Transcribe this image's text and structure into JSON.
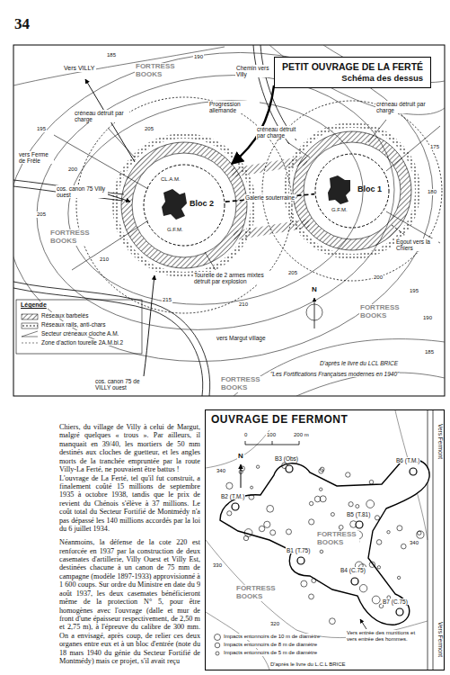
{
  "diagram": {
    "nodes": [
      {
        "text": [
          "PETIT OUVRAGE DE LA FERTÉ",
          "Schéma des dessus"
        ]
      },
      {
        "text": [
          "Bloc 2"
        ]
      },
      {
        "text": [
          "Bloc 1"
        ]
      },
      {
        "text": [
          "OUVRAGE DE FERMONT"
        ]
      }
    ],
    "edges": [
      {
        "from": 1,
        "to": 2,
        "label": "Galerie souterraine",
        "arrow": "none"
      }
    ],
    "labels": [
      "34",
      "Vers VILLY",
      "Chemin vers Villy",
      "Progression allemande",
      "créneau détruit par charge",
      "créneau détruit par charge",
      "créneau détruit par charge",
      "vers Ferme de Frêle",
      "cos. canon 75 Villy ouest",
      "CL.A.M.",
      "G.F.M.",
      "G.F.M.",
      "Tourelle de 2 armes mixtes détruit par explosion",
      "Égout vers la Chiers",
      "cos. canon 75 de VILLY ouest",
      "vers Margut village",
      "D'après le livre du LCL BRICE",
      "\"Les Fortifications Françaises modernes en 1940\"",
      "Légende",
      "N",
      "185",
      "195",
      "200",
      "205",
      "210",
      "215",
      "210",
      "205",
      "200",
      "195",
      "190",
      "185",
      "175",
      "180",
      "190",
      "205",
      "B3 (Obs)",
      "B6 (T.M.)",
      "B2 (T.M.)",
      "B5 (T.81)",
      "B1 (T.75)",
      "B4 (C.75)",
      "B7 (C.75)",
      "0",
      "100",
      "200 m",
      "N",
      "340",
      "330",
      "320",
      "340",
      "Vers Fermont",
      "Vers Fermont",
      "Vers entrée des munitions et vers entrée des hommes.",
      "D'après le livre du L.C.L BRICE",
      "Chiers, du village de Villy à celui de Margut, malgré quelques « trous ». Par ailleurs, il manquait en 39/40, les mortiers de 50 mm destinés aux cloches de guetteur, et les angles morts de la tranchée empruntée par la route Villy-La Ferté, ne pouvaient être battus !",
      "L'ouvrage de La Ferté, tel qu'il fut construit, a finalement coûté 15 millions de septembre 1935 à octobre 1938, tandis que le prix de revient du Chénois s'élève à 37 millions. Le coût total du Secteur Fortifié de Montmédy n'a pas dépassé les 140 millions accordés par la loi du 6 juillet 1934.",
      "Néanmoins, la défense de la cote 220 est renforcée en 1937 par la construction de deux casemates d'artillerie, Villy Ouest et Villy Est, destinées chacune à un canon de 75 mm de campagne (modèle 1897-1933) approvisionné à 1 600 coups. Sur ordre du Ministre en date du 9 août 1937, les deux casemates bénéficieront même de la protection N° 5, pour être homogènes avec l'ouvrage (dalle et mur de front d'une épaisseur respectivement, de 2,50 m et 2,75 m), à l'épreuve du calibre de 300 mm. On a envisagé, après coup, de relier ces deux organes entre eux et à un bloc d'entrée (note du 18 mars 1940 du génie du Secteur Fortifié de Montmédy) mais ce projet, s'il avait reçu",
      "FORTRESS BOOKS",
      "FORTRESS BOOKS",
      "FORTRESS BOOKS",
      "FORTRESS BOOKS",
      "FORTRESS BOOKS",
      "FORTRESS BOOKS"
    ],
    "legend": [
      {
        "text": "Réseaux barbelés"
      },
      {
        "text": "Réseaux rails, anti-chars"
      },
      {
        "text": "Secteur créneaux cloche A.M."
      },
      {
        "text": "Zone d'action tourelle 2A.M.bl.2"
      },
      {
        "text": "Impacts entonnoirs de 10 m de diamètre"
      },
      {
        "text": "Impacts entonnoirs de 8 m de diamètre"
      },
      {
        "text": "Impacts entonnoirs de 5 m de diamètre"
      }
    ]
  }
}
